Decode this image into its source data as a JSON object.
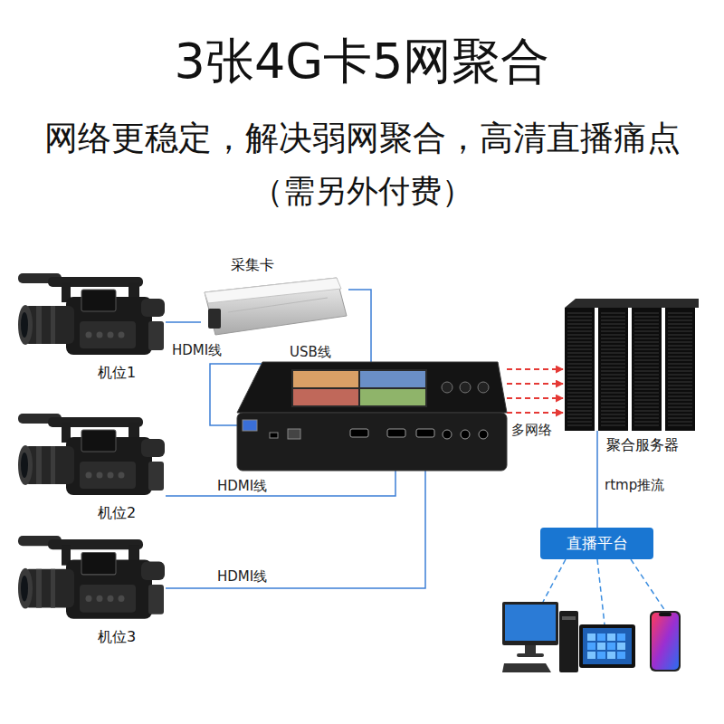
{
  "diagram": {
    "title": "3张4G卡5网聚合",
    "nodes": [
      {
        "text": [
          "机位1"
        ]
      },
      {
        "text": [
          "采集卡"
        ]
      },
      {
        "text": [
          "机位2"
        ]
      },
      {
        "text": [
          "机位3"
        ]
      },
      {
        "text": []
      },
      {
        "text": [
          "聚合服务器"
        ]
      },
      {
        "text": [
          "直播平台"
        ]
      },
      {
        "text": []
      },
      {
        "text": []
      },
      {
        "text": []
      }
    ],
    "edges": [
      {
        "from": 0,
        "to": 1,
        "arrow": "none",
        "label": "HDMI线"
      },
      {
        "from": 1,
        "to": 4,
        "arrow": "none",
        "label": "USB线"
      },
      {
        "from": 2,
        "to": 4,
        "arrow": "none",
        "label": "HDMI线"
      },
      {
        "from": 3,
        "to": 4,
        "arrow": "none",
        "label": "HDMI线"
      },
      {
        "from": 4,
        "to": 5,
        "arrow": "to"
      },
      {
        "from": 4,
        "to": 5,
        "arrow": "to"
      },
      {
        "from": 4,
        "to": 5,
        "arrow": "to"
      },
      {
        "from": 4,
        "to": 5,
        "arrow": "to",
        "label": "多网络"
      },
      {
        "from": 5,
        "to": 6,
        "arrow": "none",
        "label": "rtmp推流"
      },
      {
        "from": 6,
        "to": 7,
        "arrow": "none"
      },
      {
        "from": 6,
        "to": 8,
        "arrow": "none"
      },
      {
        "from": 6,
        "to": 9,
        "arrow": "none"
      }
    ],
    "labels": [
      "网络更稳定，解决弱网聚合，高清直播痛点",
      "（需另外付费）"
    ]
  }
}
